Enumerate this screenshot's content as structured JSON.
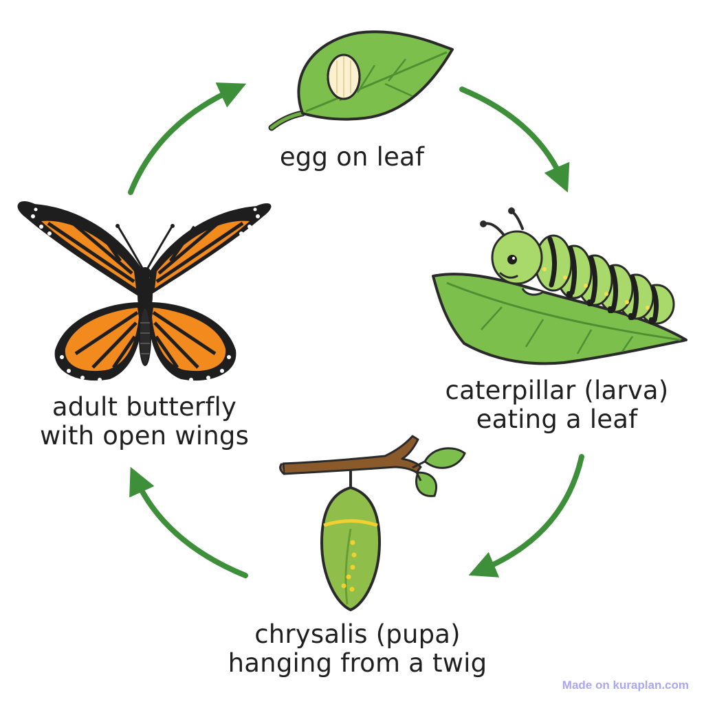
{
  "colors": {
    "arrow": "#3e8f3a",
    "leaf": "#7cbf4d",
    "leaf_dark": "#4f8f31",
    "outline": "#2a2a2a",
    "wing_orange": "#f28a1e",
    "wing_black": "#1e1e1e",
    "caterpillar": "#a9d96a",
    "chrysalis": "#8fbf4a",
    "egg": "#fbf1cf",
    "twig": "#8b5a2b",
    "watermark": "#a9a6f2"
  },
  "stages": {
    "egg": {
      "lines": [
        "egg on leaf"
      ],
      "icon": "leaf-with-egg"
    },
    "caterpillar": {
      "lines": [
        "caterpillar (larva)",
        "eating a leaf"
      ],
      "icon": "caterpillar-on-leaf"
    },
    "chrysalis": {
      "lines": [
        "chrysalis (pupa)",
        "hanging from a twig"
      ],
      "icon": "chrysalis-on-twig"
    },
    "adult": {
      "lines": [
        "adult butterfly",
        "with open wings"
      ],
      "icon": "monarch-butterfly"
    }
  },
  "watermark": "Made on kuraplan.com"
}
